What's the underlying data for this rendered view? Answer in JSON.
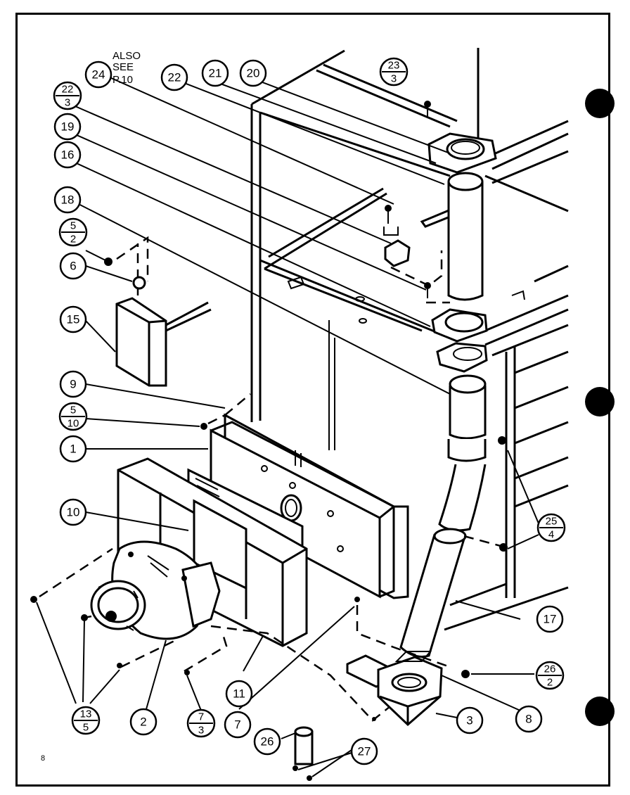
{
  "note": {
    "line1": "ALSO",
    "line2": "SEE",
    "line3": "P.10"
  },
  "page_number": "8",
  "callouts": {
    "c24": "24",
    "c22": "22",
    "c21": "21",
    "c20": "20",
    "c19": "19",
    "c16": "16",
    "c18": "18",
    "c6": "6",
    "c15": "15",
    "c9": "9",
    "c1": "1",
    "c10": "10",
    "c17": "17",
    "c2": "2",
    "c11": "11",
    "c7": "7",
    "c3": "3",
    "c8": "8",
    "c26": "26",
    "c27": "27"
  },
  "fractions": {
    "f23_3": {
      "top": "23",
      "bottom": "3"
    },
    "f22_3": {
      "top": "22",
      "bottom": "3"
    },
    "f5_2": {
      "top": "5",
      "bottom": "2"
    },
    "f5_10": {
      "top": "5",
      "bottom": "10"
    },
    "f25_4": {
      "top": "25",
      "bottom": "4"
    },
    "f26_2": {
      "top": "26",
      "bottom": "2"
    },
    "f13_5": {
      "top": "13",
      "bottom": "5"
    },
    "f7_3": {
      "top": "7",
      "bottom": "3"
    }
  }
}
